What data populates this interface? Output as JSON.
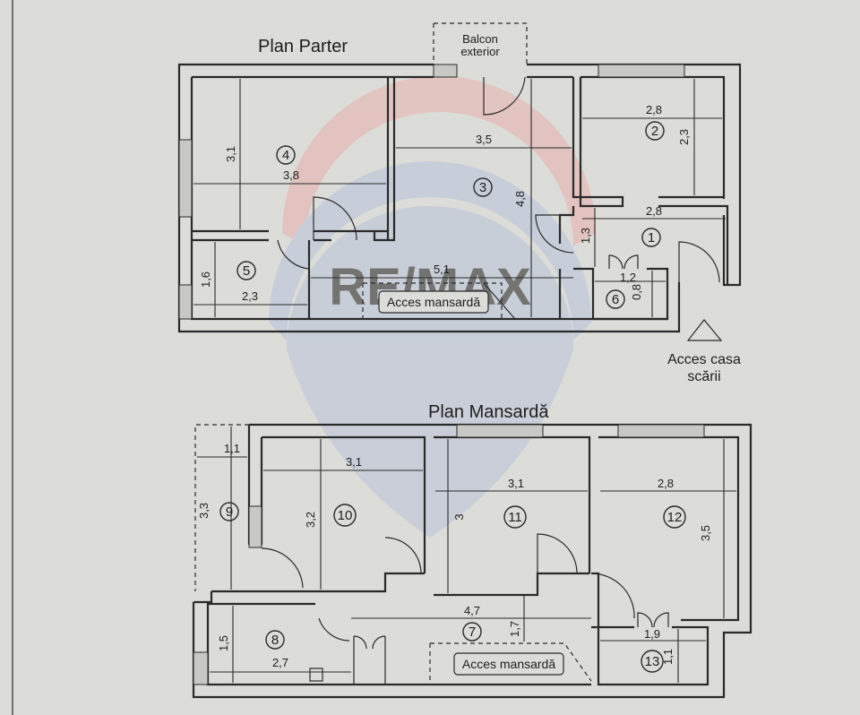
{
  "plans": {
    "ground_title": "Plan Parter",
    "attic_title": "Plan Mansardă"
  },
  "labels": {
    "balcony": [
      "Balcon",
      "exterior"
    ],
    "stair_access": [
      "Acces casa",
      "scării"
    ],
    "attic_access": "Acces mansardă"
  },
  "watermark": {
    "text": "RE/MAX"
  },
  "rooms": [
    {
      "id": "1"
    },
    {
      "id": "2"
    },
    {
      "id": "3"
    },
    {
      "id": "4"
    },
    {
      "id": "5"
    },
    {
      "id": "6"
    },
    {
      "id": "7"
    },
    {
      "id": "8"
    },
    {
      "id": "9"
    },
    {
      "id": "10"
    },
    {
      "id": "11"
    },
    {
      "id": "12"
    },
    {
      "id": "13"
    }
  ],
  "dimensions": [
    {
      "room": "4",
      "text": "3,1",
      "dir": "v"
    },
    {
      "room": "4",
      "text": "3,8",
      "dir": "h"
    },
    {
      "room": "3",
      "text": "3,5",
      "dir": "h"
    },
    {
      "room": "3",
      "text": "4,8",
      "dir": "v"
    },
    {
      "room": "2",
      "text": "2,8",
      "dir": "h"
    },
    {
      "room": "2",
      "text": "2,3",
      "dir": "v"
    },
    {
      "room": "1",
      "text": "2,8",
      "dir": "h"
    },
    {
      "room": "1",
      "text": "1,3",
      "dir": "v"
    },
    {
      "room": "5",
      "text": "1,6",
      "dir": "v"
    },
    {
      "room": "5",
      "text": "2,3",
      "dir": "h"
    },
    {
      "room": "3",
      "text": "5,1",
      "dir": "h"
    },
    {
      "room": "6",
      "text": "1,2",
      "dir": "h"
    },
    {
      "room": "6",
      "text": "0,8",
      "dir": "v"
    },
    {
      "room": "9",
      "text": "1,1",
      "dir": "h"
    },
    {
      "room": "9",
      "text": "3,3",
      "dir": "v"
    },
    {
      "room": "10",
      "text": "3,1",
      "dir": "h"
    },
    {
      "room": "10",
      "text": "3,2",
      "dir": "v"
    },
    {
      "room": "11",
      "text": "3,1",
      "dir": "h"
    },
    {
      "room": "11",
      "text": "3",
      "dir": "v"
    },
    {
      "room": "12",
      "text": "2,8",
      "dir": "h"
    },
    {
      "room": "12",
      "text": "3,5",
      "dir": "v"
    },
    {
      "room": "7",
      "text": "4,7",
      "dir": "h"
    },
    {
      "room": "7",
      "text": "1,7",
      "dir": "v"
    },
    {
      "room": "8",
      "text": "1,5",
      "dir": "v"
    },
    {
      "room": "8",
      "text": "2,7",
      "dir": "h"
    },
    {
      "room": "13",
      "text": "1,9",
      "dir": "h"
    },
    {
      "room": "13",
      "text": "1,1",
      "dir": "v"
    }
  ],
  "colors": {
    "paper": "#dcdcd8",
    "ink": "#2a2a2a",
    "watermark_red": "#d98a8a",
    "watermark_blue": "#8aa0c8"
  }
}
